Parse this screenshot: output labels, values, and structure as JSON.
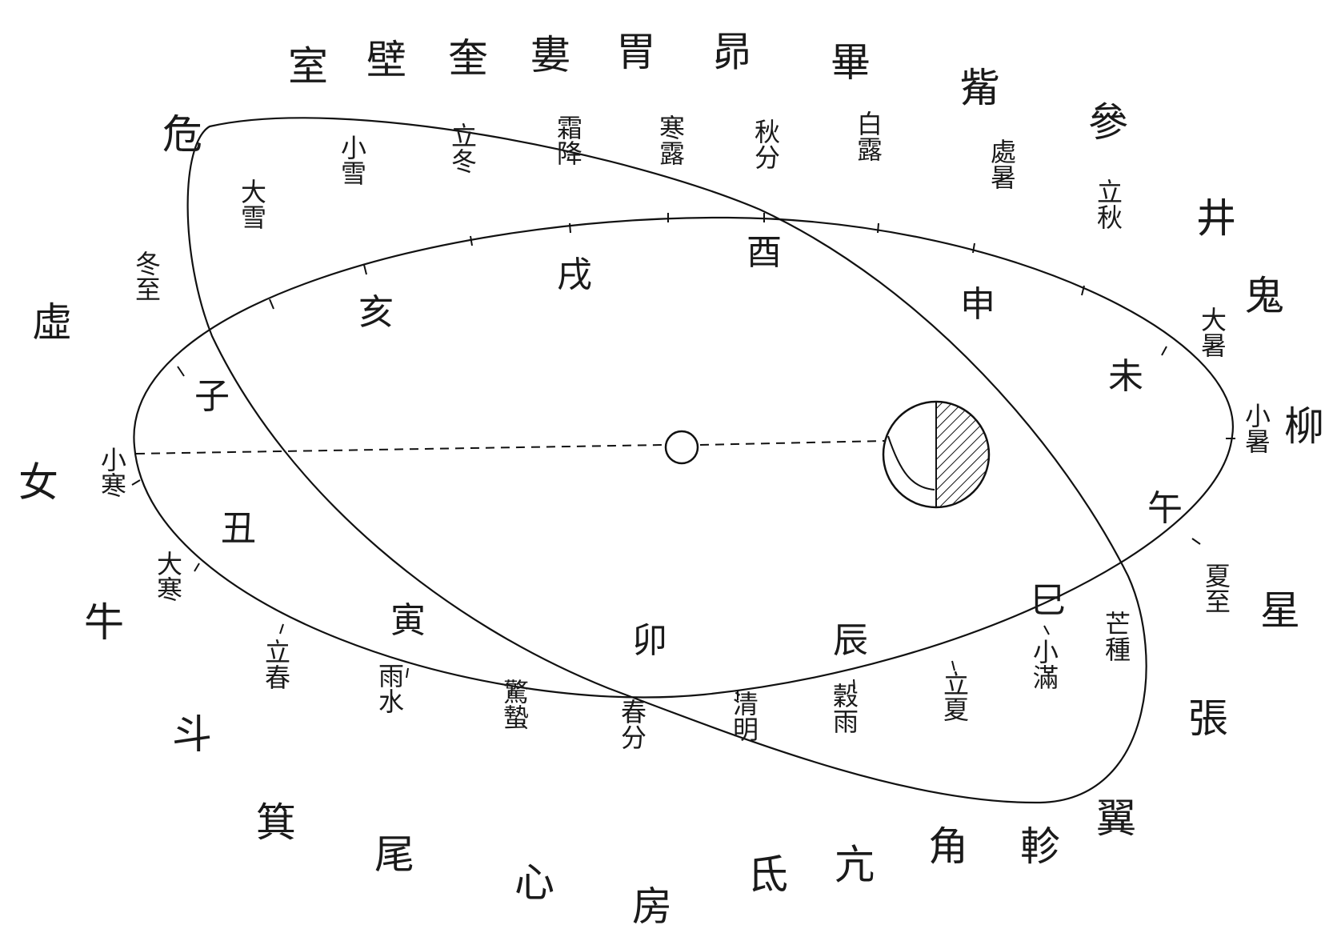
{
  "mansions": {
    "shi": "室",
    "bi": "壁",
    "kui": "奎",
    "lou": "婁",
    "wei_stomach": "胃",
    "mao": "昴",
    "bi_net": "畢",
    "zi": "觜",
    "shen": "參",
    "jing": "井",
    "gui": "鬼",
    "liu": "柳",
    "xing": "星",
    "zhang": "張",
    "yi": "翼",
    "zhen": "軫",
    "jiao": "角",
    "kang": "亢",
    "di": "氐",
    "fang": "房",
    "xin": "心",
    "wei_tail": "尾",
    "ji": "箕",
    "dou": "斗",
    "niu": "牛",
    "nu": "女",
    "xu": "虛",
    "wei_danger": "危"
  },
  "branches": {
    "zi": "子",
    "chou": "丑",
    "yin": "寅",
    "mao": "卯",
    "chen": "辰",
    "si": "巳",
    "wu": "午",
    "wei": "未",
    "shen": "申",
    "you": "酉",
    "xu": "戌",
    "hai": "亥"
  },
  "terms": {
    "dongzhi": "冬至",
    "xiaohan": "小寒",
    "dahan": "大寒",
    "lichun": "立春",
    "yushui": "雨水",
    "jingzhe": "驚蟄",
    "chunfen": "春分",
    "qingming": "清明",
    "guyu": "穀雨",
    "lixia": "立夏",
    "xiaoman": "小滿",
    "mangzhong": "芒種",
    "xiazhi": "夏至",
    "xiaoshu": "小暑",
    "dashu": "大暑",
    "liqiu": "立秋",
    "chushu": "處暑",
    "bailu": "白露",
    "qiufen": "秋分",
    "hanlu": "寒露",
    "shuangjiang": "霜降",
    "lidong": "立冬",
    "xiaoxue": "小雪",
    "daxue": "大雪"
  }
}
